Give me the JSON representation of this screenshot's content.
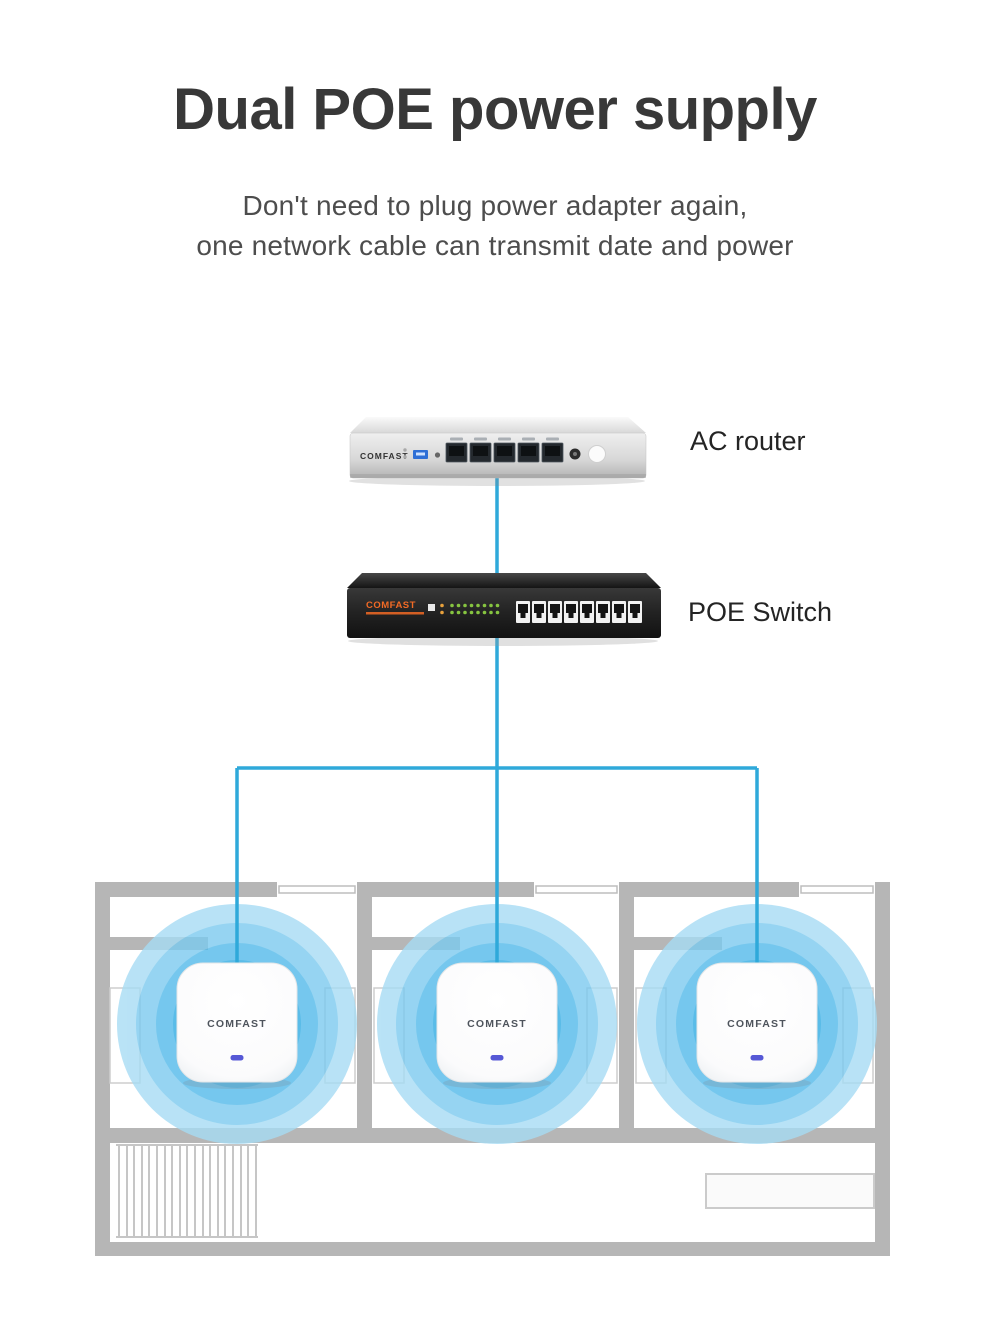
{
  "header": {
    "title": "Dual POE power supply",
    "subtitle_line1": "Don't need to plug power adapter again,",
    "subtitle_line2": "one network cable can transmit date and power"
  },
  "devices": {
    "router": {
      "label": "AC router",
      "brand": "COMFAST",
      "ports": 5
    },
    "poe_switch": {
      "label": "POE Switch",
      "brand": "COMFAST",
      "ports": 8
    },
    "access_points": [
      {
        "brand": "COMFAST"
      },
      {
        "brand": "COMFAST"
      },
      {
        "brand": "COMFAST"
      }
    ]
  },
  "colors": {
    "cable": "#2fa9da",
    "wall": "#b6b6b6",
    "wifi_rings": [
      "#a7dcf4",
      "#7ccaef",
      "#53baea",
      "#32ace3"
    ],
    "switch_brand": "#f26a25",
    "router_body": "#d9d9d9",
    "switch_body": "#1e1e1e",
    "ap_led": "#5658d6"
  }
}
